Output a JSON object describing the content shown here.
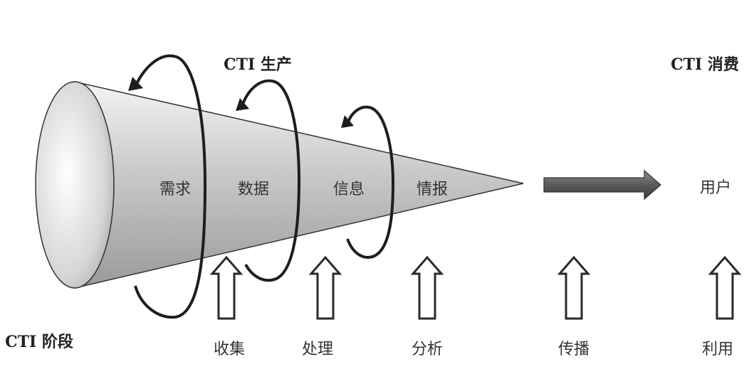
{
  "header": {
    "production": "CTI 生产",
    "consumption": "CTI 消费"
  },
  "cone": {
    "stages": [
      "需求",
      "数据",
      "信息",
      "情报"
    ]
  },
  "user_label": "用户",
  "phase_label": "CTI 阶段",
  "steps": [
    "收集",
    "处理",
    "分析",
    "传播",
    "利用"
  ],
  "colors": {
    "outline": "#222222",
    "arrow_fill": "#ffffff",
    "right_arrow": "#555555"
  }
}
